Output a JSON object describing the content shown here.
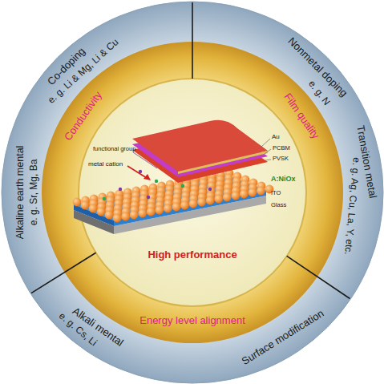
{
  "diagram": {
    "labels": [
      "Co-doping",
      "e. g. Li & Mg, Li & Cu",
      "Nonmetal doping",
      "e. g. N",
      "Transition metal",
      "e. g. Ag, Cu, La, Y, etc.",
      "Surface modification",
      "Alkali mental",
      "e. g. Cs, Li",
      "Alkaline earth mental",
      "e. g. Sr, Mg, Ba",
      "Conductivity",
      "Film quality",
      "Energy level alignment",
      "Au",
      "PCBM",
      "PVSK",
      "A:NiOx",
      "ITO",
      "Glass",
      "functional group",
      "metal cation",
      "High performance"
    ]
  }
}
